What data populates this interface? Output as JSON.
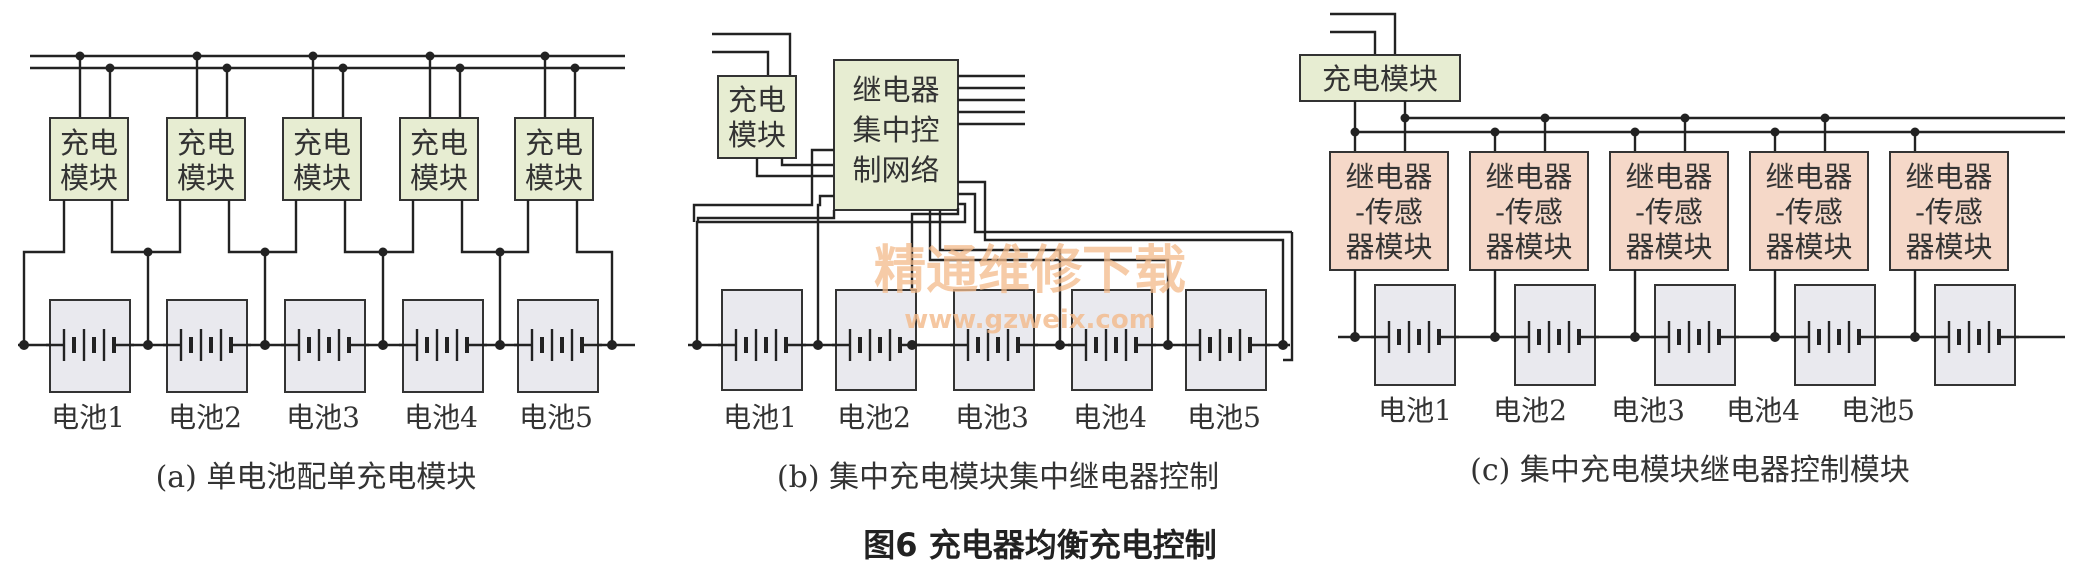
{
  "panel_a": {
    "module_label_line1": "充电",
    "module_label_line2": "模块",
    "batteries": [
      "电池1",
      "电池2",
      "电池3",
      "电池4",
      "电池5"
    ],
    "caption": "(a) 单电池配单充电模块"
  },
  "panel_b": {
    "module_label_line1": "充电",
    "module_label_line2": "模块",
    "relay_net_line1": "继电器",
    "relay_net_line2": "集中控",
    "relay_net_line3": "制网络",
    "batteries": [
      "电池1",
      "电池2",
      "电池3",
      "电池4",
      "电池5"
    ],
    "caption": "(b) 集中充电模块集中继电器控制"
  },
  "panel_c": {
    "module_label": "充电模块",
    "relay_line1": "继电器",
    "relay_line2": "-传感",
    "relay_line3": "器模块",
    "batteries": [
      "电池1",
      "电池2",
      "电池3",
      "电池4",
      "电池5"
    ],
    "caption": "(c) 集中充电模块继电器控制模块"
  },
  "figure_title": "图6  充电器均衡充电控制",
  "watermark": {
    "line1": "精通维修下载",
    "line2": "www.gzweix.com"
  }
}
